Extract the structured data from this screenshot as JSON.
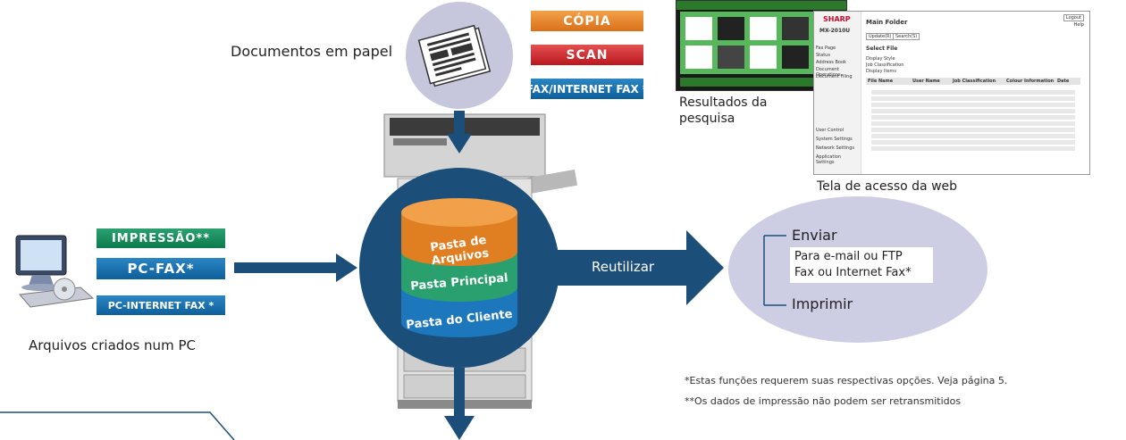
{
  "paper": {
    "label": "Documentos em papel",
    "icon": "paper-documents-icon"
  },
  "top_functions": [
    {
      "label": "Cópia",
      "color": "#e07f22"
    },
    {
      "label": "Scan",
      "color": "#c92228"
    },
    {
      "label": "Fax/Internet Fax *",
      "color": "#116aa8"
    }
  ],
  "search_results": {
    "label": "Resultados da pesquisa"
  },
  "web_access": {
    "label": "Tela de acesso da web",
    "brand": "SHARP",
    "model": "MX-2010U",
    "page_title": "Main Folder",
    "tabs": [
      "Update(R)",
      "Search(S)"
    ],
    "section": "Select File",
    "fields": [
      "Display Style",
      "Job Classification",
      "Display Items"
    ],
    "columns": [
      "File Name",
      "User Name",
      "Job Classification",
      "Colour Information",
      "Date"
    ],
    "logout": "Logout",
    "help": "Help",
    "left_nav": [
      "Fax Page",
      "Status",
      "Address Book",
      "Document Operations",
      "Document Filing",
      "User Control",
      "System Settings",
      "Network Settings",
      "Application Settings"
    ]
  },
  "pc_functions": [
    {
      "label": "Impressão**",
      "color": "#0d7a4d"
    },
    {
      "label": "PC-Fax*",
      "color": "#116aa8"
    },
    {
      "label": "PC-Internet Fax *",
      "color": "#116aa8"
    }
  ],
  "pc": {
    "label": "Arquivos criados num PC",
    "icon": "computer-icon"
  },
  "storage": {
    "folders": [
      {
        "label": "Pasta de Arquivos",
        "color": "#e07e22"
      },
      {
        "label": "Pasta Principal",
        "color": "#2aa06e"
      },
      {
        "label": "Pasta do Cliente",
        "color": "#1c77bd"
      }
    ]
  },
  "reuse": {
    "label": "Reutilizar"
  },
  "outputs": {
    "send": "Enviar",
    "send_options": [
      "Para e-mail ou FTP",
      "Fax ou Internet Fax*"
    ],
    "print": "Imprimir"
  },
  "notes": [
    "*Estas funções requerem suas respectivas opções. Veja página 5.",
    "**Os dados de impressão não podem ser retransmitidos"
  ],
  "colors": {
    "arrow": "#1b4f7a",
    "bubble": "#cdcde4",
    "paper_circle": "#c6c6dc"
  }
}
